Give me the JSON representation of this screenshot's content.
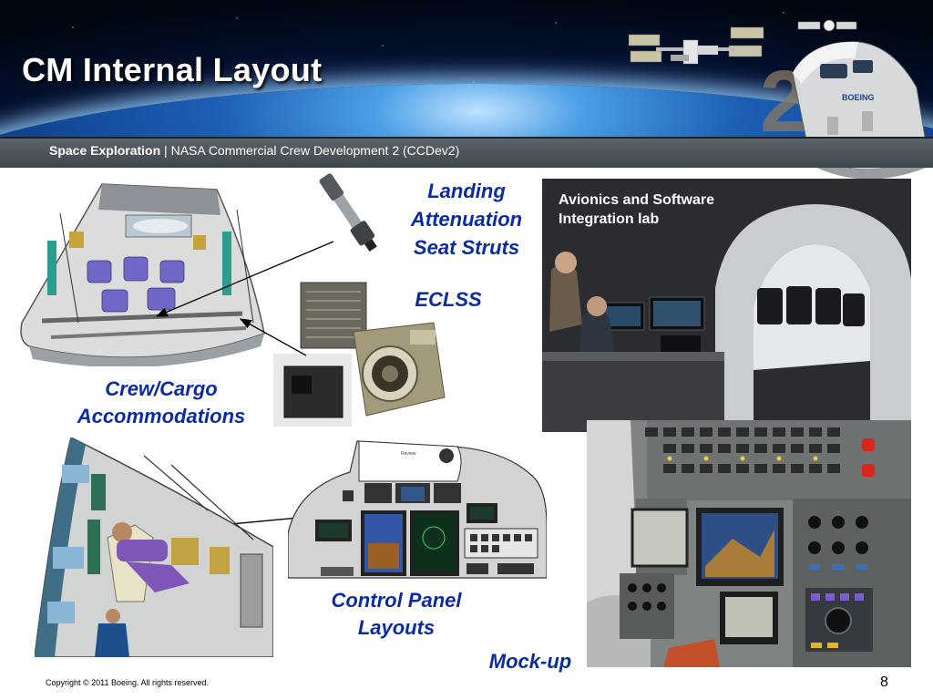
{
  "slide": {
    "title": "CM Internal Layout",
    "band_bold": "Space Exploration",
    "band_sep": " | ",
    "band_rest": "NASA Commercial Crew Development 2 (CCDev2)",
    "copyright": "Copyright © 2011 Boeing. All rights reserved.",
    "page_number": "8"
  },
  "labels": {
    "landing": [
      "Landing",
      "Attenuation",
      "Seat Struts"
    ],
    "eclss": "ECLSS",
    "crew": [
      "Crew/Cargo",
      "Accommodations"
    ],
    "avionics": [
      "Avionics and Software",
      "Integration lab"
    ],
    "control": [
      "Control Panel",
      "Layouts"
    ],
    "mockup": "Mock-up"
  },
  "capsule_logo": "BOEING",
  "panel_tag": "Review",
  "colors": {
    "label_blue": "#0b2ca0",
    "band_gray": "#4b5459",
    "title_white": "#ffffff"
  }
}
